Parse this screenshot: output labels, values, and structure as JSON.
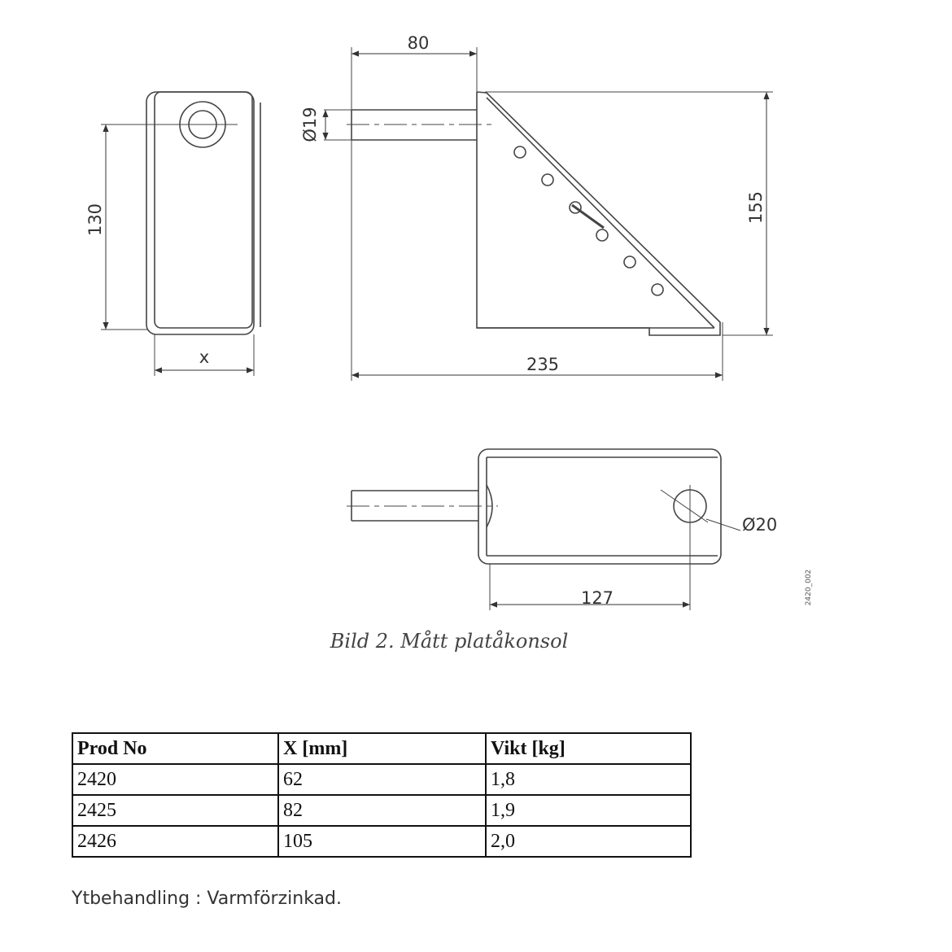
{
  "drawing": {
    "labels": {
      "top_length": "80",
      "shaft_diameter": "Ø19",
      "side_height": "130",
      "width_var": "x",
      "overall_height": "155",
      "overall_length": "235",
      "hole_diameter": "Ø20",
      "hole_offset": "127",
      "drawing_ref": "2420_002"
    },
    "caption": "Bild 2. Mått platåkonsol"
  },
  "table": {
    "headers": [
      "Prod No",
      "X [mm]",
      "Vikt [kg]"
    ],
    "rows": [
      [
        "2420",
        "62",
        "1,8"
      ],
      [
        "2425",
        "82",
        "1,9"
      ],
      [
        "2426",
        "105",
        "2,0"
      ]
    ]
  },
  "footnote": "Ytbehandling : Varmförzinkad."
}
